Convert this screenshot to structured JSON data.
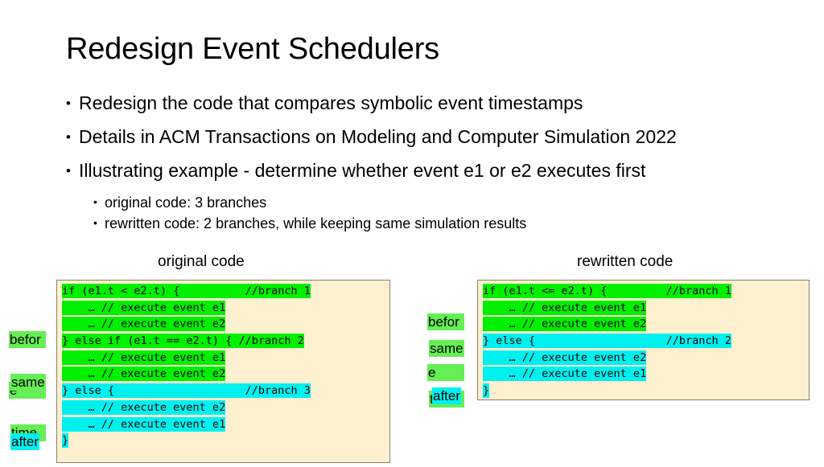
{
  "slide": {
    "title": "Redesign Event Schedulers",
    "bullets": [
      {
        "marker": "•",
        "text": "Redesign the code that compares symbolic event timestamps"
      },
      {
        "marker": "•",
        "text": "Details in ACM Transactions on Modeling and Computer Simulation 2022"
      },
      {
        "marker": "•",
        "text": "Illustrating example -  determine whether event e1 or e2 executes first"
      }
    ],
    "sub_bullets": [
      {
        "marker": "•",
        "text": "original code: 3 branches"
      },
      {
        "marker": "•",
        "text": "rewritten code: 2 branches, while keeping same simulation results"
      }
    ],
    "captions": {
      "original": "original code",
      "rewritten": "rewritten code"
    }
  },
  "colors": {
    "highlight_green": "#00F000",
    "highlight_cyan": "#00F0F0",
    "chip_green": "#66EE55",
    "panel_background": "#FDF0CE",
    "panel_border": "#8a7f6a",
    "text": "#000000",
    "page_background": "#FFFFFF"
  },
  "original_code": {
    "lines": [
      {
        "text": "if (e1.t < e2.t) {          //branch 1",
        "highlight": "green"
      },
      {
        "text": "    … // execute event e1",
        "highlight": "green"
      },
      {
        "text": "    … // execute event e2",
        "highlight": "green"
      },
      {
        "text": "} else if (e1.t == e2.t) { //branch 2",
        "highlight": "green"
      },
      {
        "text": "    … // execute event e1",
        "highlight": "green"
      },
      {
        "text": "    … // execute event e2",
        "highlight": "green"
      },
      {
        "text": "} else {                    //branch 3",
        "highlight": "cyan"
      },
      {
        "text": "    … // execute event e2",
        "highlight": "cyan"
      },
      {
        "text": "    … // execute event e1",
        "highlight": "cyan"
      },
      {
        "text": "}",
        "highlight": "cyan"
      }
    ]
  },
  "rewritten_code": {
    "lines": [
      {
        "text": "if (e1.t <= e2.t) {         //branch 1",
        "highlight": "green"
      },
      {
        "text": "    … // execute event e1",
        "highlight": "green"
      },
      {
        "text": "    … // execute event e2",
        "highlight": "green"
      },
      {
        "text": "} else {                    //branch 2",
        "highlight": "cyan"
      },
      {
        "text": "    … // execute event e2",
        "highlight": "cyan"
      },
      {
        "text": "    … // execute event e1",
        "highlight": "cyan"
      },
      {
        "text": "}",
        "highlight": "cyan"
      }
    ]
  },
  "annotations": {
    "left": {
      "before_line1": "befor",
      "before_line2": "e",
      "same_line1": "same",
      "same_line2": "time",
      "after": "after"
    },
    "right": {
      "before_line1": "befor",
      "before_line2": "e",
      "same_line1": "same",
      "same_line2": "time",
      "after": "after"
    }
  }
}
